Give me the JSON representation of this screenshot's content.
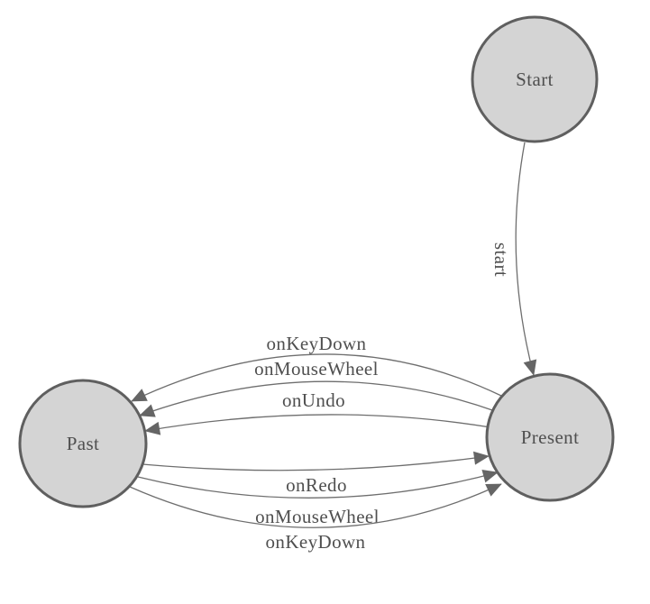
{
  "diagram": {
    "type": "state-machine",
    "colors": {
      "background": "#ffffff",
      "node_fill": "#d4d4d4",
      "node_border": "#5f5f5f",
      "edge": "#6e6e6e",
      "arrow": "#656565",
      "label": "#4f4f4f"
    },
    "nodes": [
      {
        "id": "start",
        "label": "Start"
      },
      {
        "id": "present",
        "label": "Present"
      },
      {
        "id": "past",
        "label": "Past"
      }
    ],
    "edges": [
      {
        "label": "start",
        "from": "start",
        "to": "present"
      },
      {
        "label": "onKeyDown",
        "from": "present",
        "to": "past"
      },
      {
        "label": "onMouseWheel",
        "from": "present",
        "to": "past"
      },
      {
        "label": "onUndo",
        "from": "present",
        "to": "past"
      },
      {
        "label": "onRedo",
        "from": "past",
        "to": "present"
      },
      {
        "label": "onMouseWheel",
        "from": "past",
        "to": "present"
      },
      {
        "label": "onKeyDown",
        "from": "past",
        "to": "present"
      }
    ]
  }
}
